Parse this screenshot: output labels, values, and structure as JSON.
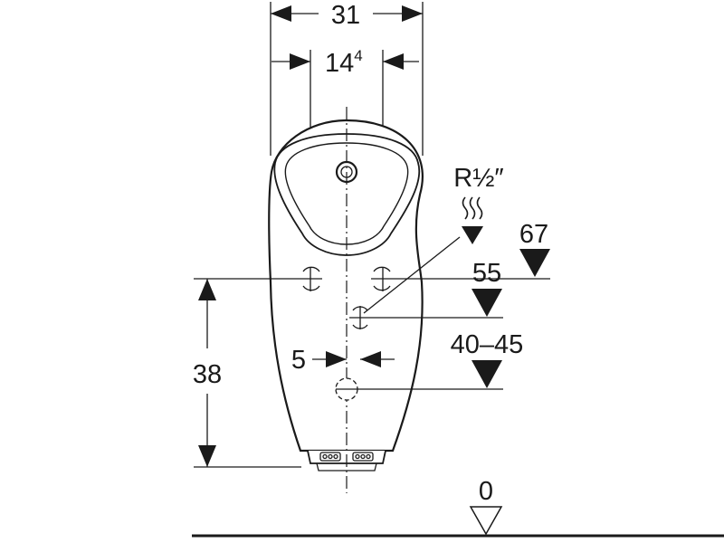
{
  "dimensions": {
    "overall_width": "31",
    "fixing_spacing_base": "14",
    "fixing_spacing_sup": "4",
    "drain_offset": "5",
    "fixing_height": "38",
    "pipe_thread": "R½″"
  },
  "levels": {
    "top_supply": "67",
    "inlet": "55",
    "outlet": "40–45",
    "floor": "0"
  },
  "colors": {
    "line": "#1a1a1a",
    "background": "#ffffff"
  }
}
